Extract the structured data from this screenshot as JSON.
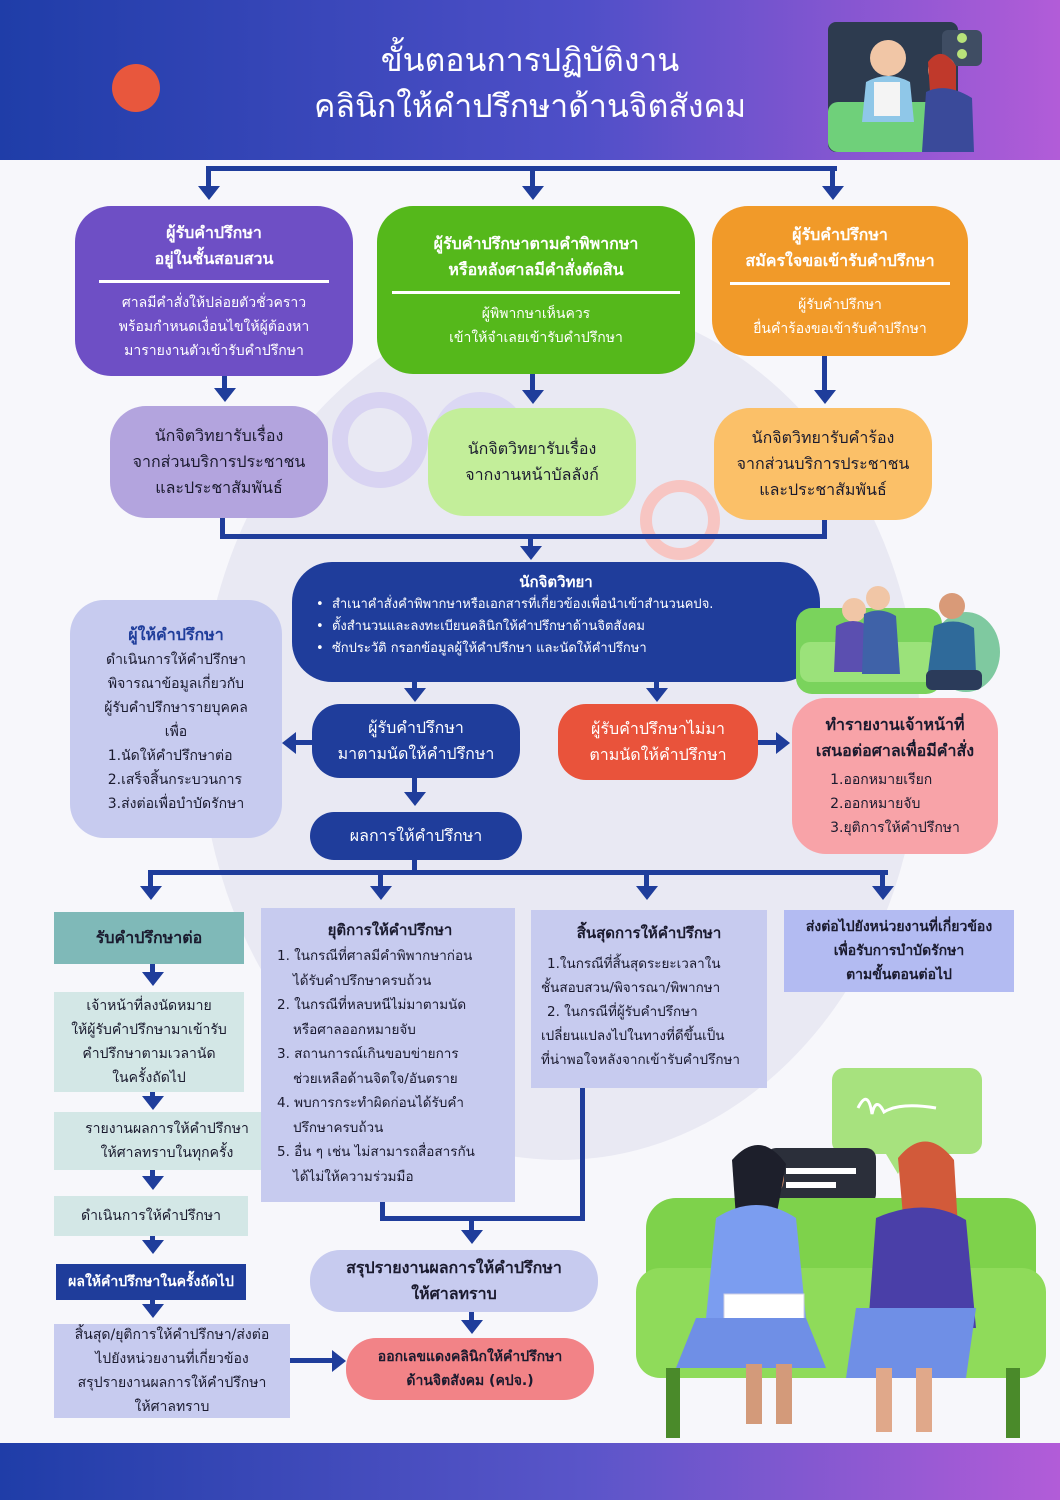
{
  "title": {
    "line1": "ขั้นตอนการปฏิบัติงาน",
    "line2": "คลินิกให้คำปรึกษาด้านจิตสังคม"
  },
  "col1": {
    "heading": [
      "ผู้รับคำปรึกษา",
      "อยู่ในชั้นสอบสวน"
    ],
    "body": [
      "ศาลมีคำสั่งให้ปล่อยตัวชั่วคราว",
      "พร้อมกำหนดเงื่อนไขให้ผู้ต้องหา",
      "มารายงานตัวเข้ารับคำปรึกษา"
    ],
    "step": [
      "นักจิตวิทยารับเรื่อง",
      "จากส่วนบริการประชาชน",
      "และประชาสัมพันธ์"
    ]
  },
  "col2": {
    "heading": [
      "ผู้รับคำปรึกษาตามคำพิพากษา",
      "หรือหลังศาลมีคำสั่งตัดสิน"
    ],
    "body": [
      "ผู้พิพากษาเห็นควร",
      "เข้าให้จำเลยเข้ารับคำปรึกษา"
    ],
    "step": [
      "นักจิตวิทยารับเรื่อง",
      "จากงานหน้าบัลลังก์"
    ]
  },
  "col3": {
    "heading": [
      "ผู้รับคำปรึกษา",
      "สมัครใจขอเข้ารับคำปรึกษา"
    ],
    "body": [
      "ผู้รับคำปรึกษา",
      "ยื่นคำร้องขอเข้ารับคำปรึกษา"
    ],
    "step": [
      "นักจิตวิทยารับคำร้อง",
      "จากส่วนบริการประชาชน",
      "และประชาสัมพันธ์"
    ]
  },
  "psych": {
    "heading": "นักจิตวิทยา",
    "items": [
      "สำเนาคำสั่งคำพิพากษาหรือเอกสารที่เกี่ยวข้องเพื่อนำเข้าสำนวนคปจ.",
      "ตั้งสำนวนและลงทะเบียนคลินิกให้คำปรึกษาด้านจิตสังคม",
      "ซักประวัติ กรอกข้อมูลผู้ให้คำปรึกษา และนัดให้คำปรึกษา"
    ]
  },
  "counselor": {
    "heading": "ผู้ให้คำปรึกษา",
    "body": [
      "ดำเนินการให้คำปรึกษา",
      "พิจารณาข้อมูลเกี่ยวกับ",
      "ผู้รับคำปรึกษารายบุคคล",
      "เพื่อ"
    ],
    "items": [
      "1.นัดให้คำปรึกษาต่อ",
      "2.เสร็จสิ้นกระบวนการ",
      "3.ส่งต่อเพื่อบำบัดรักษา"
    ]
  },
  "attend": [
    "ผู้รับคำปรึกษา",
    "มาตามนัดให้คำปรึกษา"
  ],
  "absent": [
    "ผู้รับคำปรึกษาไม่มา",
    "ตามนัดให้คำปรึกษา"
  ],
  "report_court": {
    "heading": [
      "ทำรายงานเจ้าหน้าที่",
      "เสนอต่อศาลเพื่อมีคำสั่ง"
    ],
    "items": [
      "1.ออกหมายเรียก",
      "2.ออกหมายจับ",
      "3.ยุติการให้คำปรึกษา"
    ]
  },
  "result": "ผลการให้คำปรึกษา",
  "continue": {
    "heading": "รับคำปรึกษาต่อ",
    "step1": [
      "เจ้าหน้าที่ลงนัดหมาย",
      "ให้ผู้รับคำปรึกษามาเข้ารับ",
      "คำปรึกษาตามเวลานัด",
      "ในครั้งถัดไป"
    ],
    "step2": [
      "รายงานผลการให้คำปรึกษา",
      "ให้ศาลทราบในทุกครั้ง"
    ],
    "step3": "ดำเนินการให้คำปรึกษา",
    "step4": "ผลให้คำปรึกษาในครั้งถัดไป",
    "step5": [
      "สิ้นสุด/ยุติการให้คำปรึกษา/ส่งต่อ",
      "ไปยังหน่วยงานที่เกี่ยวข้อง",
      "สรุปรายงานผลการให้คำปรึกษา",
      "ให้ศาลทราบ"
    ]
  },
  "terminate": {
    "heading": "ยุติการให้คำปรึกษา",
    "items": [
      "1. ในกรณีที่ศาลมีคำพิพากษาก่อน",
      "ได้รับคำปรึกษาครบถ้วน",
      "2. ในกรณีที่หลบหนีไม่มาตามนัด",
      "หรือศาลออกหมายจับ",
      "3. สถานการณ์เกินขอบข่ายการ",
      "ช่วยเหลือด้านจิตใจ/อันตราย",
      "4. พบการกระทำผิดก่อนได้รับคำ",
      "ปรึกษาครบถ้วน",
      "5. อื่น ๆ เช่น ไม่สามารถสื่อสารกัน",
      "ได้ไม่ให้ความร่วมมือ"
    ]
  },
  "end": {
    "heading": "สิ้นสุดการให้คำปรึกษา",
    "items": [
      "1.ในกรณีที่สิ้นสุดระยะเวลาใน",
      "ชั้นสอบสวน/พิจารณา/พิพากษา",
      "2. ในกรณีที่ผู้รับคำปรึกษา",
      "เปลี่ยนแปลงไปในทางที่ดีขึ้นเป็น",
      "ที่น่าพอใจหลังจากเข้ารับคำปรึกษา"
    ]
  },
  "refer": [
    "ส่งต่อไปยังหน่วยงานที่เกี่ยวข้อง",
    "เพื่อรับการบำบัดรักษา",
    "ตามขั้นตอนต่อไป"
  ],
  "summary": [
    "สรุปรายงานผลการให้คำปรึกษา",
    "ให้ศาลทราบ"
  ],
  "issue": [
    "ออกเลขแดงคลินิกให้คำปรึกษา",
    "ด้านจิตสังคม (คปจ.)"
  ],
  "colors": {
    "purple": "#6e4fc5",
    "green": "#55b81b",
    "orange": "#f19a29",
    "navy": "#1f3d9b",
    "red": "#e9533b",
    "pink": "#f8a3a8",
    "teal": "#7fb9b8"
  }
}
